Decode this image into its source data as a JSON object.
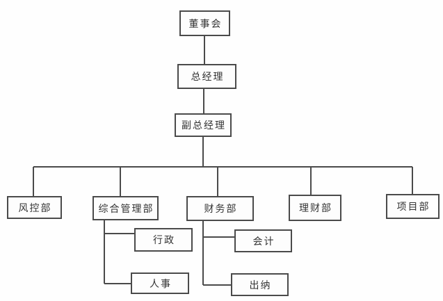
{
  "chart": {
    "type": "org-chart",
    "title": "",
    "nodes": {
      "board": {
        "label": "董事会"
      },
      "general_manager": {
        "label": "总经理"
      },
      "deputy_general_manager": {
        "label": "副总经理"
      },
      "risk_control": {
        "label": "风控部"
      },
      "general_management": {
        "label": "综合管理部"
      },
      "finance": {
        "label": "财务部"
      },
      "wealth_management": {
        "label": "理财部"
      },
      "project": {
        "label": "项目部"
      },
      "administration": {
        "label": "行政"
      },
      "human_resources": {
        "label": "人事"
      },
      "accounting": {
        "label": "会计"
      },
      "cashier": {
        "label": "出纳"
      }
    },
    "edges": [
      [
        "board",
        "general_manager"
      ],
      [
        "general_manager",
        "deputy_general_manager"
      ],
      [
        "deputy_general_manager",
        "risk_control"
      ],
      [
        "deputy_general_manager",
        "general_management"
      ],
      [
        "deputy_general_manager",
        "finance"
      ],
      [
        "deputy_general_manager",
        "wealth_management"
      ],
      [
        "deputy_general_manager",
        "project"
      ],
      [
        "general_management",
        "administration"
      ],
      [
        "general_management",
        "human_resources"
      ],
      [
        "finance",
        "accounting"
      ],
      [
        "finance",
        "cashier"
      ]
    ]
  },
  "colors": {
    "line": "#4a4a4a",
    "box_border": "#4a4a4a",
    "box_fill": "#fdfdfd",
    "text": "#333333",
    "background": "#fefefe"
  }
}
